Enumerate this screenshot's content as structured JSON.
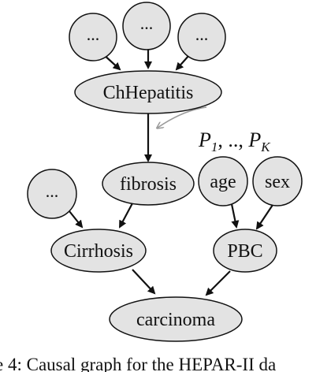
{
  "diagram": {
    "nodes": {
      "top_left": "...",
      "top_mid": "...",
      "top_right": "...",
      "chhepatitis": "ChHepatitis",
      "fibrosis": "fibrosis",
      "age": "age",
      "sex": "sex",
      "left_dots": "...",
      "cirrhosis": "Cirrhosis",
      "pbc": "PBC",
      "carcinoma": "carcinoma"
    },
    "annotation": {
      "p1": "P",
      "p1_sub": "1",
      "sep": ", .., ",
      "pk": "P",
      "pk_sub": "K"
    },
    "edges": [
      [
        "top_left",
        "chhepatitis"
      ],
      [
        "top_mid",
        "chhepatitis"
      ],
      [
        "top_right",
        "chhepatitis"
      ],
      [
        "chhepatitis",
        "fibrosis"
      ],
      [
        "fibrosis",
        "cirrhosis"
      ],
      [
        "left_dots",
        "cirrhosis"
      ],
      [
        "age",
        "pbc"
      ],
      [
        "sex",
        "pbc"
      ],
      [
        "cirrhosis",
        "carcinoma"
      ],
      [
        "pbc",
        "carcinoma"
      ]
    ]
  },
  "caption": "e 4: Causal graph for the HEPAR-II da"
}
